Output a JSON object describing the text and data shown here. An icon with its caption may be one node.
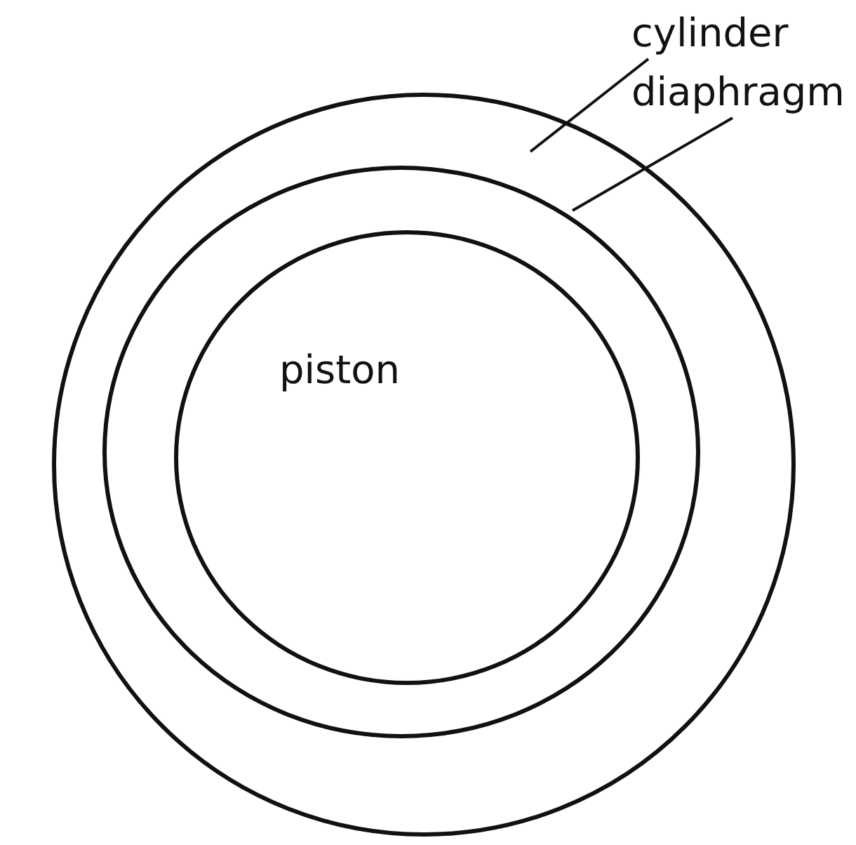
{
  "diagram": {
    "nodes": [
      {
        "text": [],
        "shape": "circle"
      },
      {
        "text": [],
        "shape": "circle",
        "in": 0
      },
      {
        "text": [
          "piston"
        ],
        "in": 1
      },
      {
        "text": [
          "cylinder"
        ]
      },
      {
        "text": [
          "diaphragm"
        ]
      }
    ],
    "edges": [
      {
        "from": 3,
        "to": 0,
        "arrow": "none"
      },
      {
        "from": 4,
        "to": 1,
        "arrow": "none"
      }
    ]
  }
}
